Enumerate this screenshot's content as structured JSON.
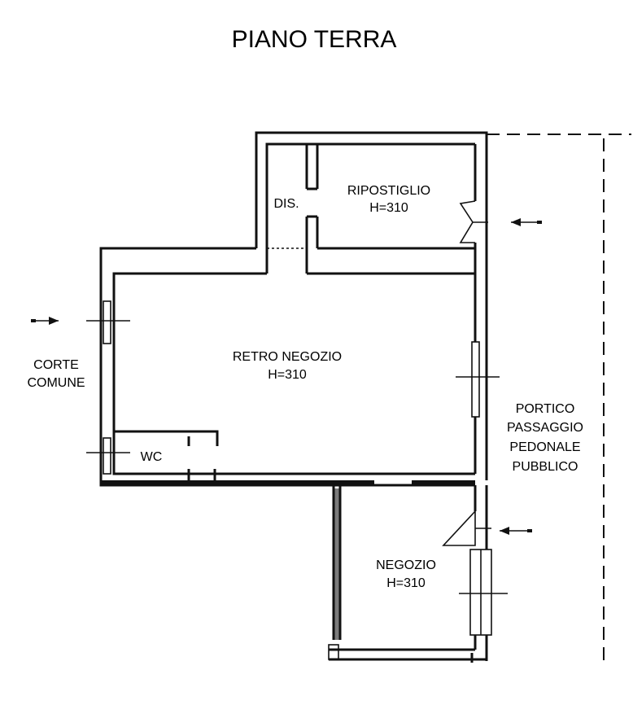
{
  "title": "PIANO TERRA",
  "rooms": {
    "ripostiglio": {
      "name": "RIPOSTIGLIO",
      "height": "H=310"
    },
    "disimpegno": {
      "name": "DIS."
    },
    "retro_negozio": {
      "name": "RETRO NEGOZIO",
      "height": "H=310"
    },
    "wc": {
      "name": "WC"
    },
    "negozio": {
      "name": "NEGOZIO",
      "height": "H=310"
    }
  },
  "areas": {
    "corte_comune": [
      "CORTE",
      "COMUNE"
    ],
    "portico": [
      "PORTICO",
      "PASSAGGIO",
      "PEDONALE",
      "PUBBLICO"
    ]
  },
  "colors": {
    "ink": "#111111",
    "background": "#ffffff"
  }
}
